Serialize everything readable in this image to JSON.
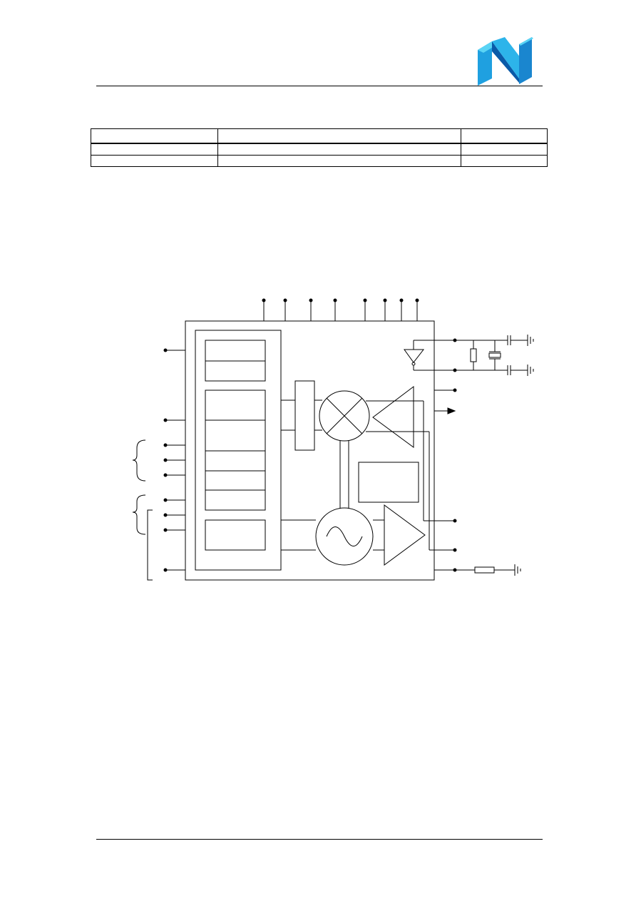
{
  "header": {
    "logo_icon": "company-logo-n",
    "logo_colors": {
      "light": "#5ad4f5",
      "mid": "#1fa0e0",
      "dark": "#0a5aa8"
    }
  },
  "revision_table": {
    "columns": [
      "",
      "",
      ""
    ],
    "rows": [
      [
        "",
        "",
        ""
      ],
      [
        "",
        "",
        ""
      ]
    ]
  },
  "block_diagram": {
    "stroke_color": "#000000",
    "blocks": {
      "top_pins": 8,
      "left_pins": 9,
      "right_pins": 6
    }
  }
}
